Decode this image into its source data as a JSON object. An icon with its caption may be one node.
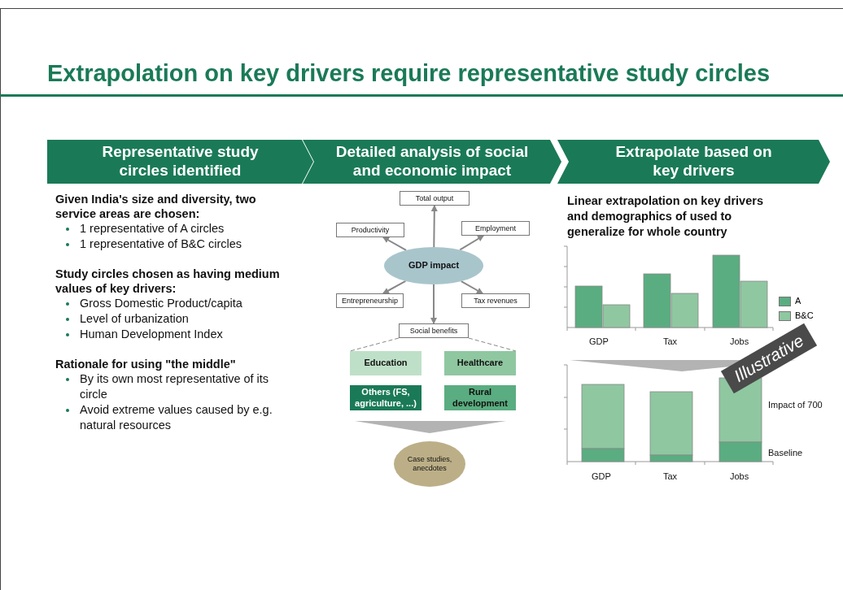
{
  "diagram": {
    "title": "Extrapolation on key drivers require representative study circles",
    "nodes": [
      {
        "text": [
          "Representative study circles identified"
        ]
      },
      {
        "text": [
          "Detailed analysis of social and economic impact"
        ]
      },
      {
        "text": [
          "Extrapolate based on key drivers"
        ]
      },
      {
        "text": [
          "GDP impact"
        ]
      },
      {
        "text": [
          "Total output"
        ]
      },
      {
        "text": [
          "Productivity"
        ]
      },
      {
        "text": [
          "Employment"
        ]
      },
      {
        "text": [
          "Entrepreneurship"
        ]
      },
      {
        "text": [
          "Tax revenues"
        ]
      },
      {
        "text": [
          "Social benefits"
        ]
      },
      {
        "text": [
          "Education"
        ]
      },
      {
        "text": [
          "Healthcare"
        ]
      },
      {
        "text": [
          "Others (FS, agriculture, ...)"
        ]
      },
      {
        "text": [
          "Rural development"
        ]
      },
      {
        "text": [
          "Case studies, anecdotes"
        ]
      }
    ],
    "edges": [
      {
        "from": 3,
        "to": 4,
        "arrow": "to"
      },
      {
        "from": 3,
        "to": 5,
        "arrow": "to"
      },
      {
        "from": 3,
        "to": 6,
        "arrow": "to"
      },
      {
        "from": 3,
        "to": 7,
        "arrow": "to"
      },
      {
        "from": 3,
        "to": 8,
        "arrow": "to"
      },
      {
        "from": 3,
        "to": 9,
        "arrow": "to"
      },
      {
        "from": 9,
        "to": 10,
        "arrow": "none",
        "style": "dashed"
      },
      {
        "from": 9,
        "to": 11,
        "arrow": "none",
        "style": "dashed"
      },
      {
        "from": null,
        "to": 14,
        "arrow": "to",
        "style": "thick"
      }
    ],
    "labels": [
      "Given India's size and diversity, two service areas are chosen:",
      "1 representative of A circles",
      "1 representative of B&C circles",
      "Study circles chosen as having medium values of key drivers:",
      "Gross Domestic Product/capita",
      "Level of urbanization",
      "Human Development Index",
      "Rationale for using \"the middle\"",
      "By its own most representative of its circle",
      "Avoid extreme values caused by e.g. natural resources",
      "Linear extrapolation on key drivers and demographics of used to generalize for whole country",
      "GDP",
      "Tax",
      "Jobs",
      "GDP",
      "Tax",
      "Jobs",
      "Impact of 700",
      "Baseline",
      "Illustrative"
    ],
    "legend": [
      {
        "text": "A",
        "color": "#5aad80"
      },
      {
        "text": "B&C",
        "color": "#8fc7a1"
      }
    ]
  }
}
